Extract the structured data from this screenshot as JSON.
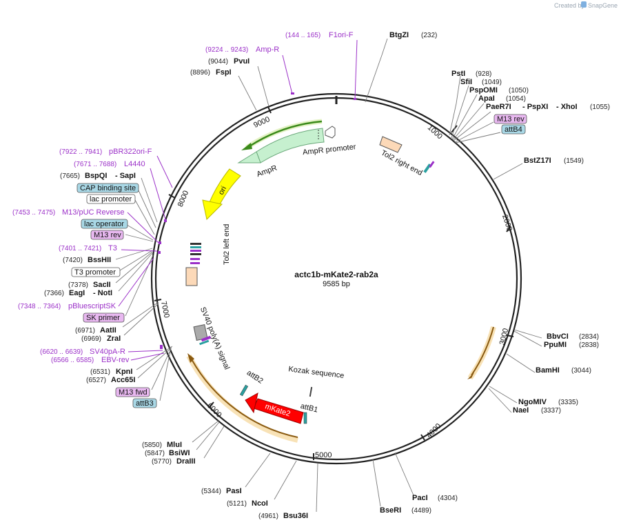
{
  "credit": {
    "created_by": "Created by",
    "brand": "SnapGene"
  },
  "plasmid": {
    "name": "actc1b-mKate2-rab2a",
    "size_label": "9585 bp"
  },
  "ticks": [
    {
      "label": "1000"
    },
    {
      "label": "2000"
    },
    {
      "label": "3000"
    },
    {
      "label": "4000"
    },
    {
      "label": "5000"
    },
    {
      "label": "6000"
    },
    {
      "label": "7000"
    },
    {
      "label": "8000"
    },
    {
      "label": "9000"
    }
  ],
  "enzymes": [
    {
      "name": "BtgZI",
      "pos": "(232)"
    },
    {
      "name": "PstI",
      "pos": "(928)"
    },
    {
      "name": "SfiI",
      "pos": "(1049)"
    },
    {
      "name": "PspOMI",
      "pos": "(1050)"
    },
    {
      "name": "ApaI",
      "pos": "(1054)"
    },
    {
      "name": "PaeR7I",
      "name2": "- PspXI",
      "name3": "- XhoI",
      "pos": "(1055)"
    },
    {
      "name": "BstZ17I",
      "pos": "(1549)"
    },
    {
      "name": "BbvCI",
      "pos": "(2834)"
    },
    {
      "name": "PpuMI",
      "pos": "(2838)"
    },
    {
      "name": "BamHI",
      "pos": "(3044)"
    },
    {
      "name": "NgoMIV",
      "pos": "(3335)"
    },
    {
      "name": "NaeI",
      "pos": "(3337)"
    },
    {
      "name": "PacI",
      "pos": "(4304)"
    },
    {
      "name": "BseRI",
      "pos": "(4489)"
    },
    {
      "name": "Bsu36I",
      "pos": "(4961)"
    },
    {
      "name": "NcoI",
      "pos": "(5121)"
    },
    {
      "name": "PasI",
      "pos": "(5344)"
    },
    {
      "name": "DraIII",
      "pos": "(5770)"
    },
    {
      "name": "BsiWI",
      "pos": "(5847)"
    },
    {
      "name": "MluI",
      "pos": "(5850)"
    },
    {
      "name": "Acc65I",
      "pos": "(6527)"
    },
    {
      "name": "KpnI",
      "pos": "(6531)"
    },
    {
      "name": "ZraI",
      "pos": "(6969)"
    },
    {
      "name": "AatII",
      "pos": "(6971)"
    },
    {
      "name": "EagI",
      "name2": "- NotI",
      "pos": "(7366)"
    },
    {
      "name": "SacII",
      "pos": "(7378)"
    },
    {
      "name": "BssHII",
      "pos": "(7420)"
    },
    {
      "name": "BspQI",
      "name2": "- SapI",
      "pos": "(7665)"
    },
    {
      "name": "FspI",
      "pos": "(8896)"
    },
    {
      "name": "PvuI",
      "pos": "(9044)"
    }
  ],
  "primers": [
    {
      "name": "F1ori-F",
      "range": "(144 .. 165)"
    },
    {
      "name": "Amp-R",
      "range": "(9224 .. 9243)"
    },
    {
      "name": "pBR322ori-F",
      "range": "(7922 .. 7941)"
    },
    {
      "name": "L4440",
      "range": "(7671 .. 7688)"
    },
    {
      "name": "M13/pUC Reverse",
      "range": "(7453 .. 7475)"
    },
    {
      "name": "T3",
      "range": "(7401 .. 7421)"
    },
    {
      "name": "pBluescriptSK",
      "range": "(7348 .. 7364)"
    },
    {
      "name": "SV40pA-R",
      "range": "(6620 .. 6639)"
    },
    {
      "name": "EBV-rev",
      "range": "(6566 .. 6585)"
    }
  ],
  "boxed_labels": {
    "m13rev_right": "M13 rev",
    "attb4": "attB4",
    "cap": "CAP binding site",
    "lacprom": "lac promoter",
    "lacop": "lac operator",
    "m13rev_left": "M13 rev",
    "t3prom": "T3 promoter",
    "skprimer": "SK primer",
    "m13fwd": "M13 fwd",
    "attb3": "attB3"
  },
  "features": {
    "amp_promoter": "AmpR promoter",
    "ampr": "AmpR",
    "ori": "ori",
    "tol2_right": "Tol2 right end",
    "tol2_left": "Tol2 left end",
    "sv40": "SV40 poly(A) signal",
    "kozak": "Kozak sequence",
    "mkate2": "mKate2",
    "attb1": "attB1",
    "attb2": "attB2"
  },
  "colors": {
    "backbone": "#222222",
    "primer": "#9b30c8",
    "enzyme_line": "#7a7a7a",
    "ampr": "#c6f0cf",
    "ori": "#ffff00",
    "mkate2": "#ff0000",
    "tol2": "#fcd9b8",
    "orange_arc": "#e0a43a",
    "green_arrow": "#3a8a1a",
    "box_blue": "#a9d8e6",
    "box_purple": "#e8b8f0"
  }
}
